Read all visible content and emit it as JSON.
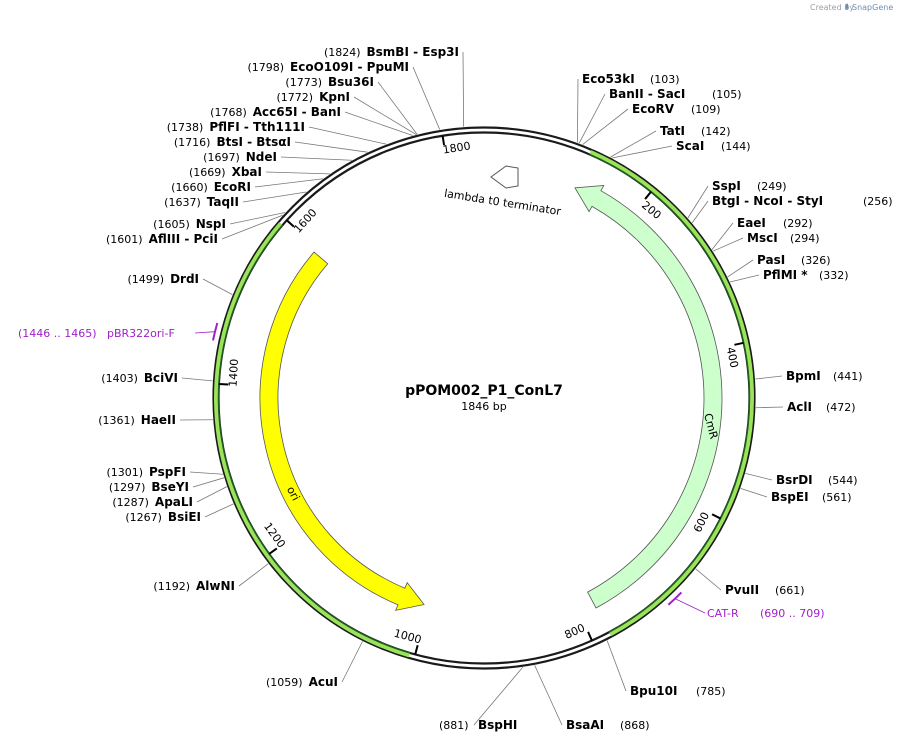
{
  "watermark": {
    "created_by": "Created by",
    "brand": "SnapGene",
    "icon": "snapgene-leaf-icon"
  },
  "plasmid": {
    "name": "pPOM002_P1_ConL7",
    "length_label": "1846 bp",
    "length": 1846
  },
  "colors": {
    "backbone": "#1a1a1a",
    "cmr": "#ccffcc",
    "ori": "#ffff00",
    "primer": "#a020c8",
    "terminator": "#ffffff",
    "highlight": "#9be35a"
  },
  "features": [
    {
      "name": "CmR",
      "start": 120,
      "end": 779,
      "direction": "reverse",
      "color": "#ccffcc"
    },
    {
      "name": "ori",
      "start": 1006,
      "end": 1593,
      "direction": "reverse",
      "color": "#ffff00"
    },
    {
      "name": "lambda t0 terminator",
      "start": 1844,
      "end": 12,
      "direction": "reverse",
      "color": "#ffffff"
    }
  ],
  "ticks": [
    "200",
    "400",
    "600",
    "800",
    "1000",
    "1200",
    "1400",
    "1600",
    "1800"
  ],
  "enzymes": [
    {
      "label": "BsmBI   -  Esp3I",
      "pos": "(1824)",
      "site": 1824
    },
    {
      "label": "EcoO109I   -  PpuMI",
      "pos": "(1798)",
      "site": 1798
    },
    {
      "label": "Bsu36I",
      "pos": "(1773)",
      "site": 1773
    },
    {
      "label": "KpnI",
      "pos": "(1772)",
      "site": 1772
    },
    {
      "label": "Acc65I   -  BanI",
      "pos": "(1768)",
      "site": 1768
    },
    {
      "label": "PflFI   -  Tth111I",
      "pos": "(1738)",
      "site": 1738
    },
    {
      "label": "BtsI   -  BtsαI",
      "pos": "(1716)",
      "site": 1716
    },
    {
      "label": "NdeI",
      "pos": "(1697)",
      "site": 1697
    },
    {
      "label": "XbaI",
      "pos": "(1669)",
      "site": 1669
    },
    {
      "label": "EcoRI",
      "pos": "(1660)",
      "site": 1660
    },
    {
      "label": "TaqII",
      "pos": "(1637)",
      "site": 1637
    },
    {
      "label": "NspI",
      "pos": "(1605)",
      "site": 1605
    },
    {
      "label": "AflIII   -  PciI",
      "pos": "(1601)",
      "site": 1601
    },
    {
      "label": "DrdI",
      "pos": "(1499)",
      "site": 1499
    },
    {
      "label": "BciVI",
      "pos": "(1403)",
      "site": 1403
    },
    {
      "label": "HaeII",
      "pos": "(1361)",
      "site": 1361
    },
    {
      "label": "PspFI",
      "pos": "(1301)",
      "site": 1301
    },
    {
      "label": "BseYI",
      "pos": "(1297)",
      "site": 1297
    },
    {
      "label": "ApaLI",
      "pos": "(1287)",
      "site": 1287
    },
    {
      "label": "BsiEI",
      "pos": "(1267)",
      "site": 1267
    },
    {
      "label": "AlwNI",
      "pos": "(1192)",
      "site": 1192
    },
    {
      "label": "AcuI",
      "pos": "(1059)",
      "site": 1059
    },
    {
      "label": "BspHI",
      "pos": "(881)",
      "site": 881
    },
    {
      "label": "BsaAI",
      "pos": "(868)",
      "site": 868
    },
    {
      "label": "Bpu10I",
      "pos": "(785)",
      "site": 785
    },
    {
      "label": "PvuII",
      "pos": "(661)",
      "site": 661
    },
    {
      "label": "BspEI",
      "pos": "(561)",
      "site": 561
    },
    {
      "label": "BsrDI",
      "pos": "(544)",
      "site": 544
    },
    {
      "label": "AclI",
      "pos": "(472)",
      "site": 472
    },
    {
      "label": "BpmI",
      "pos": "(441)",
      "site": 441
    },
    {
      "label": "PflMI *",
      "pos": "(332)",
      "site": 332
    },
    {
      "label": "PasI",
      "pos": "(326)",
      "site": 326
    },
    {
      "label": "MscI",
      "pos": "(294)",
      "site": 294
    },
    {
      "label": "EaeI",
      "pos": "(292)",
      "site": 292
    },
    {
      "label": "BtgI   -  NcoI   -  StyI",
      "pos": "(256)",
      "site": 256
    },
    {
      "label": "SspI",
      "pos": "(249)",
      "site": 249
    },
    {
      "label": "ScaI",
      "pos": "(144)",
      "site": 144
    },
    {
      "label": "TatI",
      "pos": "(142)",
      "site": 142
    },
    {
      "label": "EcoRV",
      "pos": "(109)",
      "site": 109
    },
    {
      "label": "BanII   -  SacI",
      "pos": "(105)",
      "site": 105
    },
    {
      "label": "Eco53kI",
      "pos": "(103)",
      "site": 103
    }
  ],
  "primers": [
    {
      "name": "pBR322ori-F",
      "range": "(1446 .. 1465)",
      "start": 1446,
      "end": 1465
    },
    {
      "name": "CAT-R",
      "range": "(690 .. 709)",
      "start": 690,
      "end": 709
    }
  ]
}
